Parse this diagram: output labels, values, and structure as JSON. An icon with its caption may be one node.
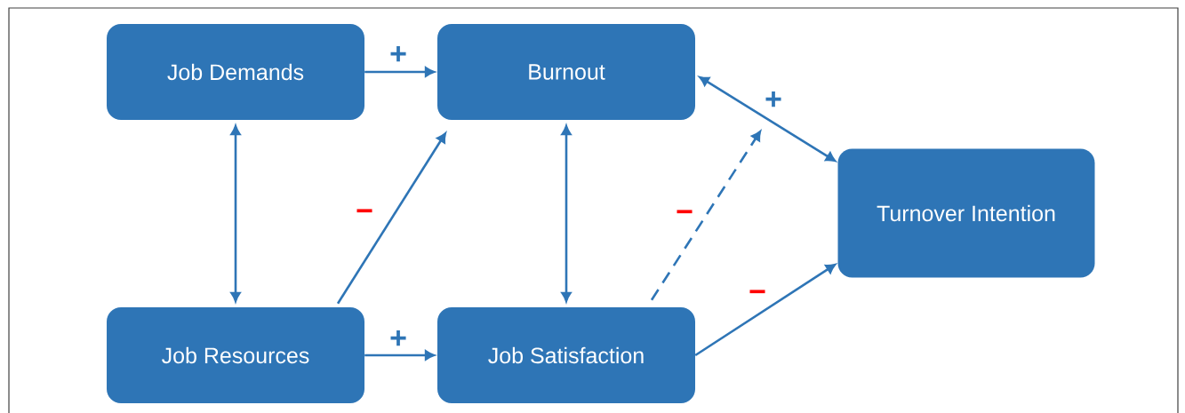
{
  "diagram": {
    "nodes": [
      {
        "text": [
          "Job Demands"
        ]
      },
      {
        "text": [
          "Burnout"
        ]
      },
      {
        "text": [
          "Turnover Intention"
        ]
      },
      {
        "text": [
          "Job Resources"
        ]
      },
      {
        "text": [
          "Job Satisfaction"
        ]
      }
    ],
    "edges": [
      {
        "from": 0,
        "to": 1,
        "arrow": "to",
        "label": "+"
      },
      {
        "from": 0,
        "to": 3,
        "arrow": "both"
      },
      {
        "from": 3,
        "to": 1,
        "arrow": "to",
        "label": "−"
      },
      {
        "from": 1,
        "to": 4,
        "arrow": "both"
      },
      {
        "from": 1,
        "to": 2,
        "arrow": "both",
        "label": "+"
      },
      {
        "from": 3,
        "to": 4,
        "arrow": "to",
        "label": "+"
      },
      {
        "from": 4,
        "to": 2,
        "arrow": "to",
        "label": "−"
      },
      {
        "from": 4,
        "to": null,
        "arrow": "to",
        "style": "dashed",
        "label": "−"
      }
    ]
  }
}
